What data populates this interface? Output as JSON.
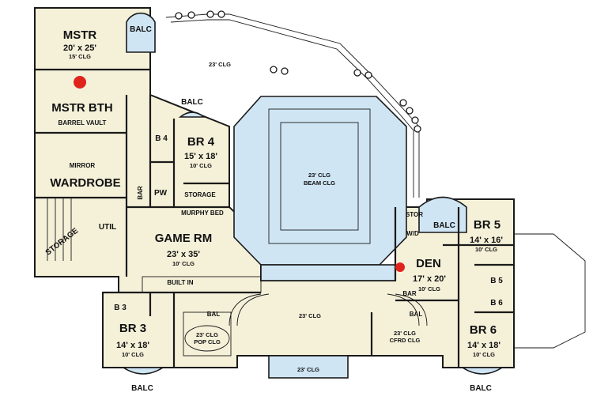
{
  "rooms": {
    "mstr": {
      "name": "MSTR",
      "size": "20' x 25'",
      "clg": "15' CLG"
    },
    "mstr_bth": {
      "name": "MSTR BTH",
      "note": "BARREL VAULT",
      "mirror": "MIRROR"
    },
    "wardrobe": {
      "name": "WARDROBE"
    },
    "storage": {
      "name": "STORAGE"
    },
    "util": {
      "name": "UTIL"
    },
    "bar_left": {
      "name": "BAR"
    },
    "pw": {
      "name": "PW"
    },
    "br4": {
      "name": "BR 4",
      "size": "15' x 18'",
      "clg": "10' CLG",
      "bath": "B 4"
    },
    "storage_small": {
      "name": "STORAGE"
    },
    "murphy": {
      "name": "MURPHY BED"
    },
    "game": {
      "name": "GAME RM",
      "size": "23' x 35'",
      "clg": "10' CLG",
      "builtin": "BUILT IN"
    },
    "b3": {
      "name": "B 3"
    },
    "br3": {
      "name": "BR 3",
      "size": "14' x 18'",
      "clg": "10' CLG"
    },
    "pop": {
      "clg": "23' CLG",
      "note": "POP CLG"
    },
    "open_clg": {
      "clg": "23' CLG"
    },
    "beam": {
      "clg": "23' CLG",
      "note": "BEAM CLG"
    },
    "center_clg": {
      "clg": "23' CLG"
    },
    "entry_clg": {
      "clg": "23' CLG"
    },
    "cfrd": {
      "clg": "23' CLG",
      "note": "CFRD CLG"
    },
    "den": {
      "name": "DEN",
      "size": "17' x 20'",
      "clg": "10' CLG",
      "bar": "BAR",
      "wd": "W/D",
      "stor": "STOR"
    },
    "br5": {
      "name": "BR 5",
      "size": "14' x 16'",
      "clg": "10' CLG",
      "bath": "B 5"
    },
    "b6": {
      "name": "B 6"
    },
    "br6": {
      "name": "BR 6",
      "size": "14' x 18'",
      "clg": "10' CLG"
    }
  },
  "balconies": {
    "mstr": "BALC",
    "br4": "BALC",
    "den": "BALC",
    "br3": "BALC",
    "br6": "BALC"
  },
  "bal_labels": {
    "left": "BAL",
    "right": "BAL"
  },
  "colors": {
    "room_fill": "#f5f1d9",
    "open_fill": "#cfe5f4",
    "wall": "#1a1a1a",
    "accent": "#e0231c"
  }
}
